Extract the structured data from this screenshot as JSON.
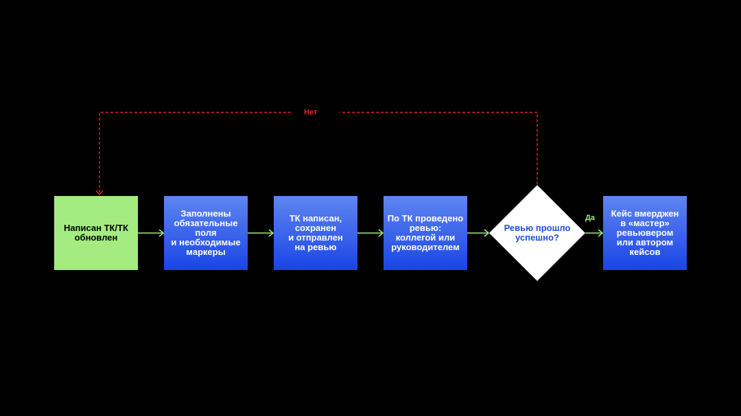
{
  "colors": {
    "background": "#000000",
    "start_fill": "#a4ec82",
    "step_gradient_top": "#5f86f0",
    "step_gradient_bottom": "#1a44e6",
    "decision_fill": "#ffffff",
    "decision_text": "#1f4fd8",
    "flow_arrow": "#a4ec82",
    "loop_line": "#e8202a",
    "yes_label": "#a4ec82",
    "no_label": "#e8202a"
  },
  "nodes": {
    "start": "Написан ТК/ТК\nобновлен",
    "fill_fields": "Заполнены\nобязательные\nполя\nи необходимые\nмаркеры",
    "sent_review": "ТК написан,\nсохранен\nи отправлен\nна ревью",
    "reviewed": "По ТК проведено\nревью:\nколлегой или\nруководителем",
    "decision": "Ревью прошло\nуспешно?",
    "merged": "Кейс вмерджен\nв «мастер»\nревьювером\nили автором\nкейсов"
  },
  "edges": {
    "yes_label": "Да",
    "no_label": "Нет"
  }
}
